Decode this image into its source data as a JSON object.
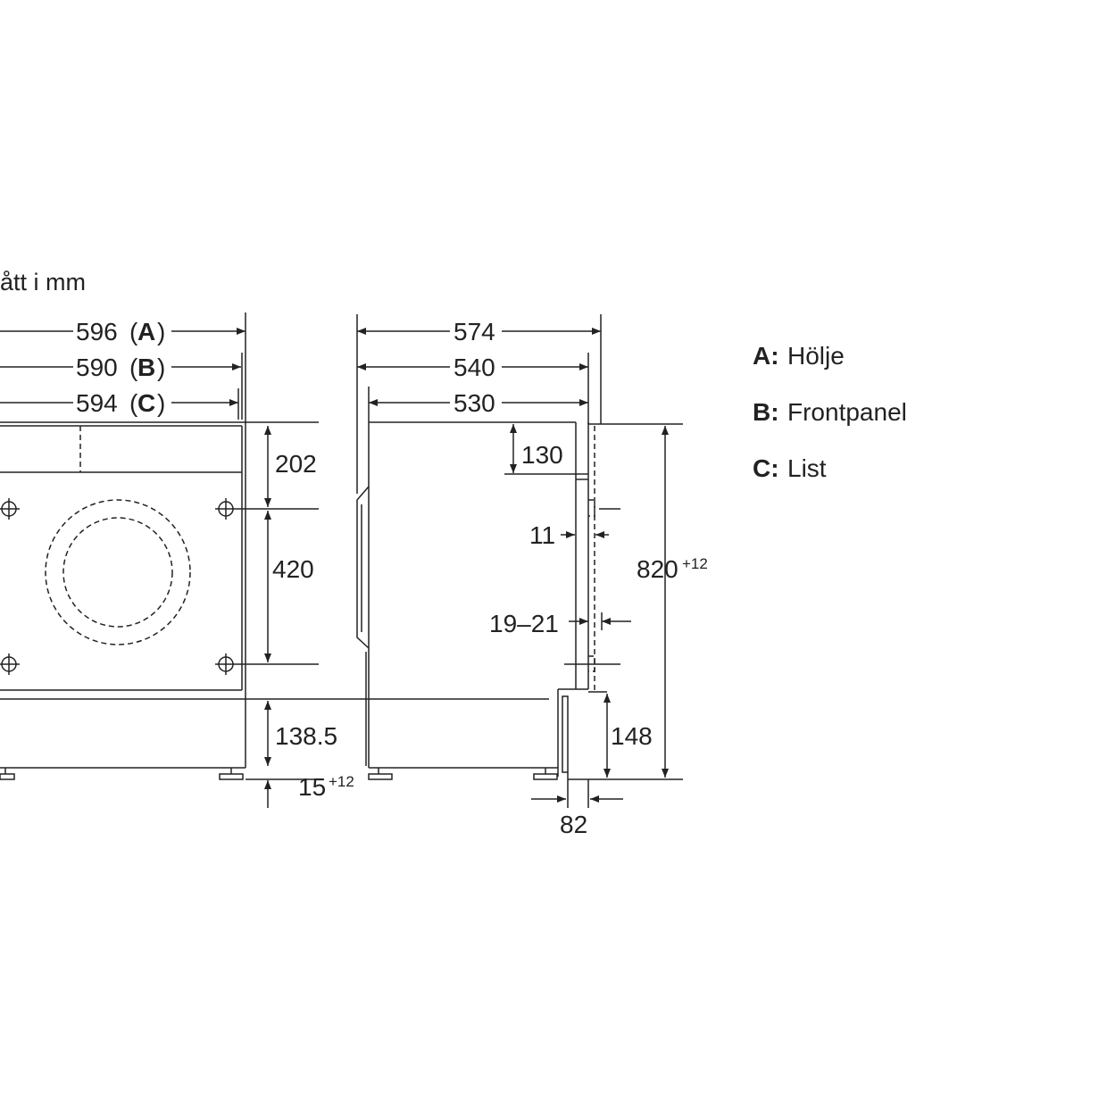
{
  "caption": "ått i mm",
  "front_view": {
    "width_a": "596",
    "label_a": "A",
    "width_b": "590",
    "label_b": "B",
    "width_c": "594",
    "label_c": "C",
    "top_panel_height": "202",
    "hole_spacing": "420",
    "base_height": "138.5",
    "foot_adjust": "15",
    "foot_adjust_tolerance": "+12"
  },
  "side_view": {
    "depth_574": "574",
    "depth_540": "540",
    "depth_530": "530",
    "top_offset": "130",
    "gap_11": "11",
    "gap_range": "19–21",
    "total_height": "820",
    "total_height_tolerance": "+12",
    "plinth_height": "148",
    "plinth_depth": "82"
  },
  "legend": [
    {
      "key": "A:",
      "text": "Hölje"
    },
    {
      "key": "B:",
      "text": "Frontpanel"
    },
    {
      "key": "C:",
      "text": "List"
    }
  ],
  "colors": {
    "line": "#222222",
    "background": "#ffffff"
  }
}
